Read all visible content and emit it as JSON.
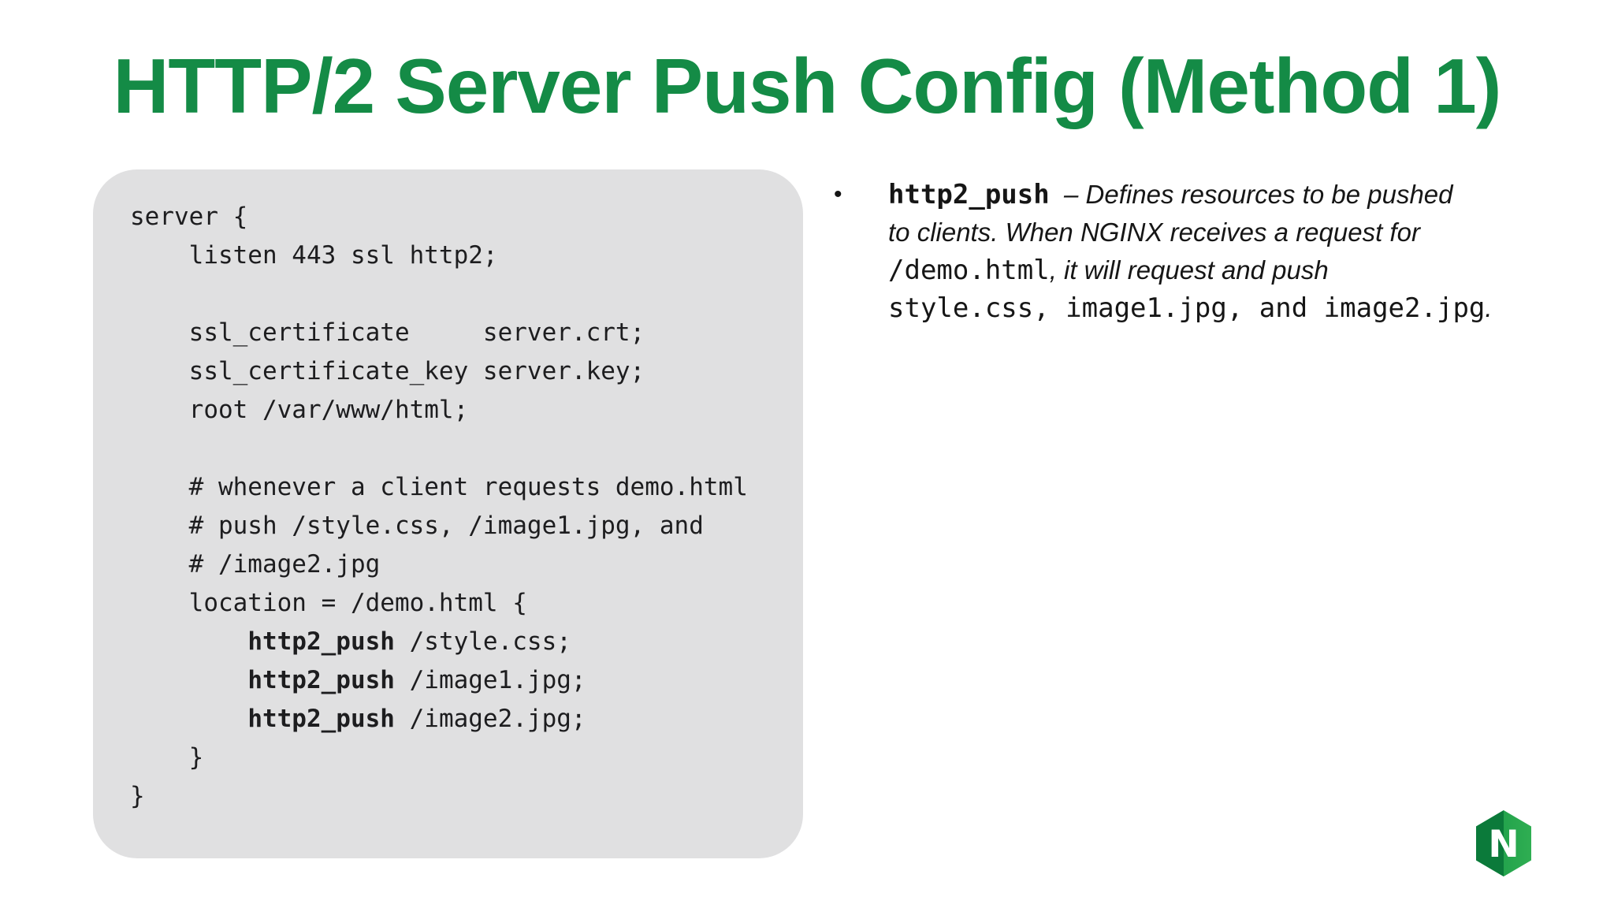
{
  "slide": {
    "title": "HTTP/2 Server Push Config (Method 1)",
    "title_color": "#148b46",
    "background_color": "#ffffff"
  },
  "code_panel": {
    "background_color": "#e0e0e1",
    "lines": [
      [
        {
          "t": "server {"
        }
      ],
      [
        {
          "t": "    listen 443 ssl http2;"
        }
      ],
      [
        {
          "t": ""
        }
      ],
      [
        {
          "t": "    ssl_certificate     server.crt;"
        }
      ],
      [
        {
          "t": "    ssl_certificate_key server.key;"
        }
      ],
      [
        {
          "t": "    root /var/www/html;"
        }
      ],
      [
        {
          "t": ""
        }
      ],
      [
        {
          "t": "    # whenever a client requests demo.html"
        }
      ],
      [
        {
          "t": "    # push /style.css, /image1.jpg, and"
        }
      ],
      [
        {
          "t": "    # /image2.jpg"
        }
      ],
      [
        {
          "t": "    location = /demo.html {"
        }
      ],
      [
        {
          "t": "        "
        },
        {
          "t": "http2_push",
          "b": true
        },
        {
          "t": " /style.css;"
        }
      ],
      [
        {
          "t": "        "
        },
        {
          "t": "http2_push",
          "b": true
        },
        {
          "t": " /image1.jpg;"
        }
      ],
      [
        {
          "t": "        "
        },
        {
          "t": "http2_push",
          "b": true
        },
        {
          "t": " /image2.jpg;"
        }
      ],
      [
        {
          "t": "    }"
        }
      ],
      [
        {
          "t": "}"
        }
      ]
    ]
  },
  "bullet": {
    "marker": "•",
    "lines": [
      [
        {
          "t": "http2_push",
          "s": "cb"
        },
        {
          "t": "  – Defines resources to be pushed",
          "s": "i"
        }
      ],
      [
        {
          "t": "to clients. When NGINX receives a request for",
          "s": "i"
        }
      ],
      [
        {
          "t": "/demo.html",
          "s": "c"
        },
        {
          "t": ", it will request and push",
          "s": "i"
        }
      ],
      [
        {
          "t": "style.css, image1.jpg, and image2.jpg",
          "s": "c"
        },
        {
          "t": ".",
          "s": "i"
        }
      ]
    ]
  },
  "logo": {
    "letter": "N",
    "hex_dark_color": "#0b7a3a",
    "hex_mid_color": "#189a47",
    "hex_light_color": "#2fae52"
  }
}
